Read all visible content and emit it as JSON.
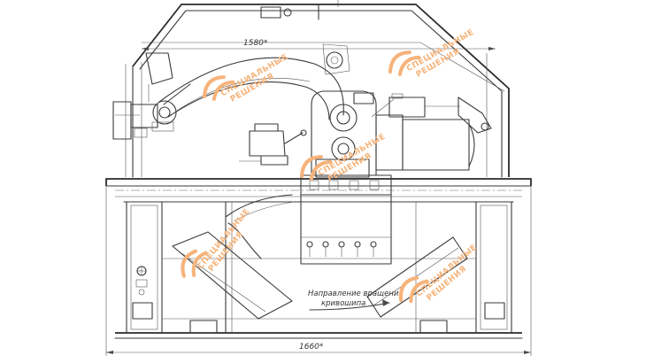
{
  "dimensions": {
    "top_width": "1580*",
    "bottom_width": "1660*"
  },
  "annotation": {
    "line1": "Направление вращения",
    "line2": "кривошипа"
  },
  "watermark": {
    "line1": "СПЕЦИАЛЬНЫЕ",
    "line2": "РЕШЕНИЯ"
  },
  "colors": {
    "line": "#3a3a3a",
    "watermark": "#f6b37a",
    "background": "#ffffff"
  }
}
